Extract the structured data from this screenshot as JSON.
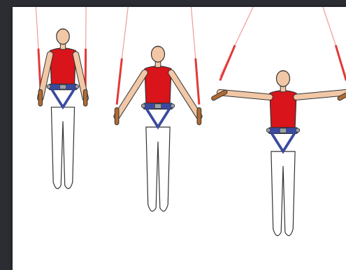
{
  "image": {
    "subject": "gymnast-on-rings",
    "figures": [
      {
        "pose": "arms-down"
      },
      {
        "pose": "arms-angled"
      },
      {
        "pose": "arms-horizontal"
      }
    ]
  },
  "colors": {
    "background": "#2b2d33",
    "panel": "#ffffff",
    "shirt": "#d9141b",
    "pants": "#ffffff",
    "skin": "#f1c7a6",
    "hair": "#3a2a20",
    "harness": "#3b4aa0",
    "harness_buckle": "#9aa0a8",
    "rope": "#e23a3a",
    "ring": "#b06b32",
    "outline": "#333333"
  }
}
